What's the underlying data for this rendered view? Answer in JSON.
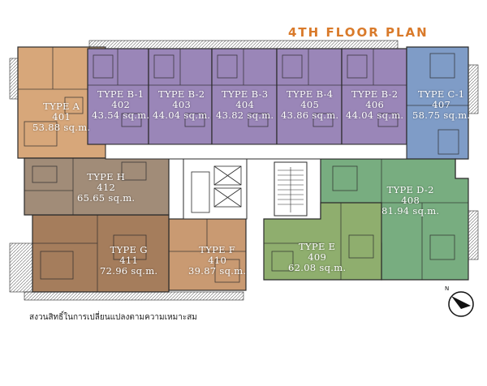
{
  "title": "4TH FLOOR PLAN",
  "disclaimer": "สงวนสิทธิ์ในการเปลี่ยนแปลงตามความเหมาะสม",
  "north_label": "N",
  "units": [
    {
      "type": "TYPE A",
      "number": "401",
      "area": "53.88 sq.m.",
      "color": "#d7a77a"
    },
    {
      "type": "TYPE B-1",
      "number": "402",
      "area": "43.54 sq.m.",
      "color": "#9a86b8"
    },
    {
      "type": "TYPE B-2",
      "number": "403",
      "area": "44.04 sq.m.",
      "color": "#9a86b8"
    },
    {
      "type": "TYPE B-3",
      "number": "404",
      "area": "43.82 sq.m.",
      "color": "#9a86b8"
    },
    {
      "type": "TYPE B-4",
      "number": "405",
      "area": "43.86 sq.m.",
      "color": "#9a86b8"
    },
    {
      "type": "TYPE B-2",
      "number": "406",
      "area": "44.04 sq.m.",
      "color": "#9a86b8"
    },
    {
      "type": "TYPE C-1",
      "number": "407",
      "area": "58.75 sq.m.",
      "color": "#7f9cc7"
    },
    {
      "type": "TYPE D-2",
      "number": "408",
      "area": "81.94 sq.m.",
      "color": "#78ad80"
    },
    {
      "type": "TYPE E",
      "number": "409",
      "area": "62.08 sq.m.",
      "color": "#8fae6e"
    },
    {
      "type": "TYPE F",
      "number": "410",
      "area": "39.87 sq.m.",
      "color": "#c99a72"
    },
    {
      "type": "TYPE G",
      "number": "411",
      "area": "72.96 sq.m.",
      "color": "#a57d5c"
    },
    {
      "type": "TYPE H",
      "number": "412",
      "area": "65.65 sq.m.",
      "color": "#a18c78"
    }
  ]
}
